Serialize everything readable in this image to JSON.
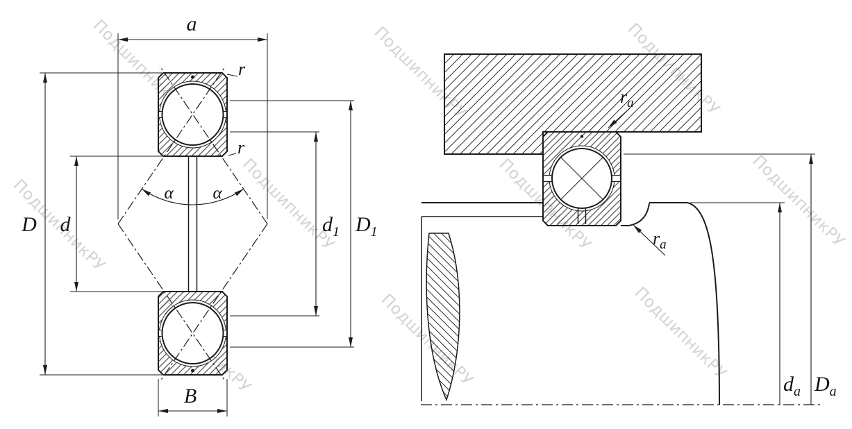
{
  "watermark": {
    "text": "ПодшипникРУ"
  },
  "colors": {
    "line": "#1c1c1c",
    "hatch": "#2a2a2a",
    "watermark": "#c7c7c7",
    "background": "#ffffff"
  },
  "left_view": {
    "dim_a": "a",
    "dim_D": "D",
    "dim_d": "d",
    "dim_d1": {
      "base": "d",
      "sub": "1"
    },
    "dim_D1": {
      "base": "D",
      "sub": "1"
    },
    "dim_B": "B",
    "radius_outer": "r",
    "radius_inner": "r",
    "angle_left": "α",
    "angle_right": "α"
  },
  "right_view": {
    "fillet_top": {
      "base": "r",
      "sub": "a"
    },
    "fillet_bottom": {
      "base": "r",
      "sub": "a"
    },
    "dim_da": {
      "base": "d",
      "sub": "a"
    },
    "dim_Da": {
      "base": "D",
      "sub": "a"
    }
  }
}
